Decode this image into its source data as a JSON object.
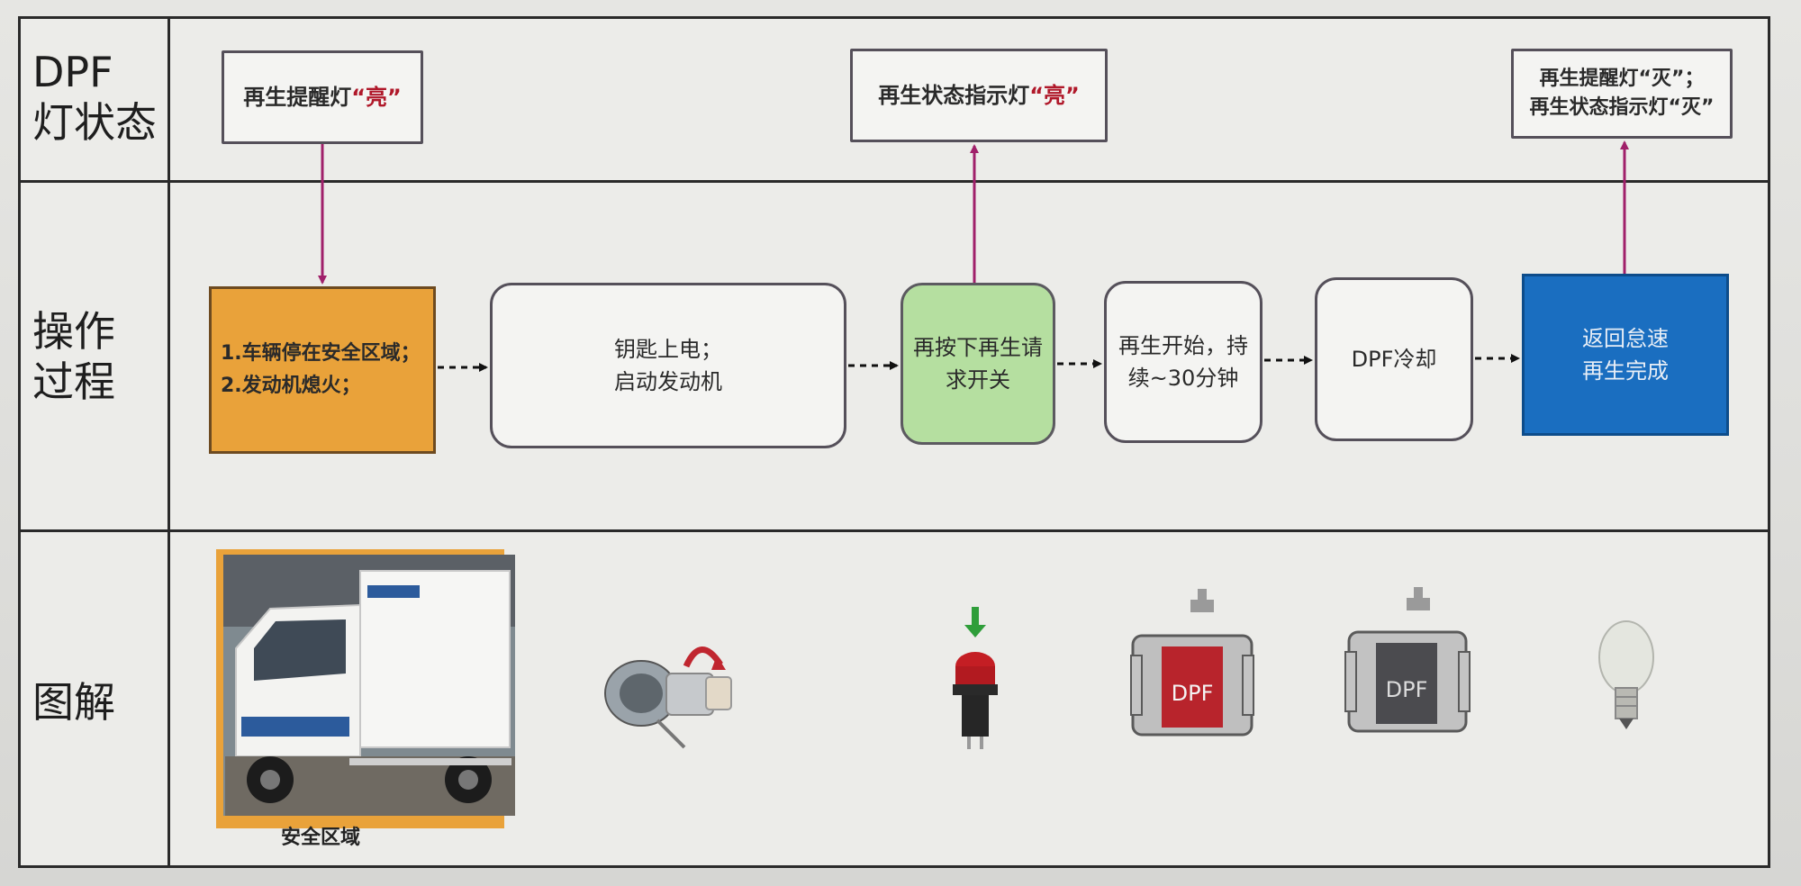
{
  "rows": {
    "status_label": [
      "DPF",
      "灯状态"
    ],
    "operation_label": [
      "操作",
      "过程"
    ],
    "illustration_label": "图解"
  },
  "status_boxes": {
    "reminder_on": {
      "text": "再生提醒灯",
      "highlight": "“亮”"
    },
    "indicator_on": {
      "text": "再生状态指示灯",
      "highlight": "“亮”"
    },
    "both_off": {
      "line1": "再生提醒灯“灭”；",
      "line2": "再生状态指示灯“灭”"
    }
  },
  "steps": [
    {
      "lines": [
        "1.车辆停在安全区域；",
        "2.发动机熄火；"
      ]
    },
    {
      "lines": [
        "钥匙上电；",
        "启动发动机"
      ]
    },
    {
      "lines": [
        "再按下再生请",
        "求开关"
      ]
    },
    {
      "lines": [
        "再生开始，持",
        "续~30分钟"
      ]
    },
    {
      "lines": [
        "DPF冷却"
      ]
    },
    {
      "lines": [
        "返回怠速",
        "再生完成"
      ]
    }
  ],
  "illustrations": {
    "truck_caption": "安全区域",
    "dpf_label_1": "DPF",
    "dpf_label_2": "DPF"
  },
  "colors": {
    "orange": "#e9a23a",
    "green": "#b5dfa0",
    "blue": "#1a6ec0",
    "arrow": "#a0206a",
    "highlight": "#b0182a"
  }
}
